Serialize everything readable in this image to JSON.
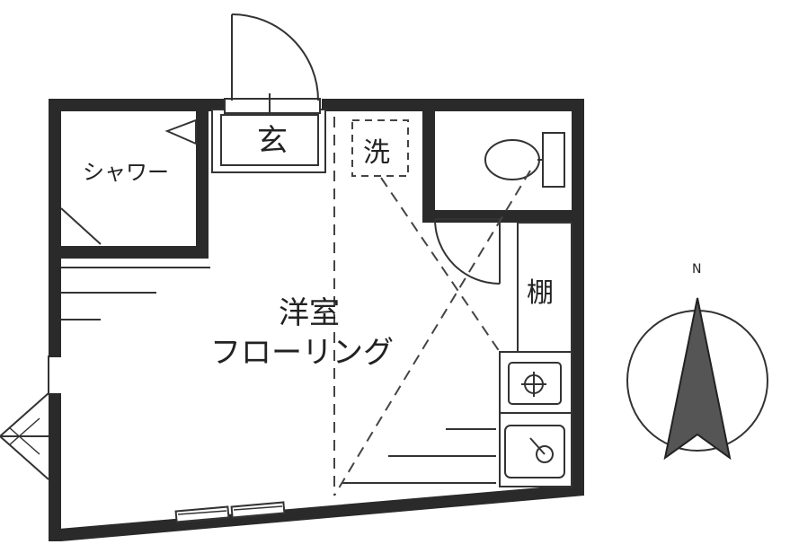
{
  "labels": {
    "shower": "シャワー",
    "entrance": "玄",
    "washer": "洗",
    "shelf": "棚",
    "room_line1": "洋室",
    "room_line2": "フローリング",
    "north": "N"
  },
  "colors": {
    "wall": "#2a2a2a",
    "line": "#333333",
    "compass_arrow": "#555555"
  },
  "icons": [
    "toilet-icon",
    "stove-burner-icon",
    "sink-icon",
    "north-arrow-icon"
  ]
}
